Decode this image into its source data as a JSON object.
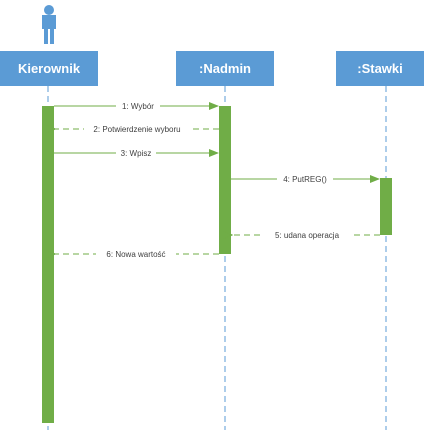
{
  "colors": {
    "header_bg": "#5b9bd5",
    "header_text": "#ffffff",
    "lifeline": "#5b9bd5",
    "activation": "#70ad47",
    "message": "#70ad47",
    "actor": "#5b9bd5",
    "label_text": "#404040"
  },
  "participants": [
    {
      "id": "kierownik",
      "label": "Kierownik",
      "is_actor": true,
      "actor_icon": "person-icon"
    },
    {
      "id": "nadmin",
      "label": ":Nadmin",
      "is_actor": false
    },
    {
      "id": "stawki",
      "label": ":Stawki",
      "is_actor": false
    }
  ],
  "messages": [
    {
      "label": "1: Wybór",
      "from": "kierownik",
      "to": "nadmin",
      "kind": "sync"
    },
    {
      "label": "2: Potwierdzenie wyboru",
      "from": "nadmin",
      "to": "kierownik",
      "kind": "return"
    },
    {
      "label": "3: Wpisz",
      "from": "kierownik",
      "to": "nadmin",
      "kind": "sync"
    },
    {
      "label": "4: PutREG()",
      "from": "nadmin",
      "to": "stawki",
      "kind": "sync"
    },
    {
      "label": "5: udana operacja",
      "from": "stawki",
      "to": "nadmin",
      "kind": "return"
    },
    {
      "label": "6: Nowa wartość",
      "from": "nadmin",
      "to": "kierownik",
      "kind": "return"
    }
  ]
}
